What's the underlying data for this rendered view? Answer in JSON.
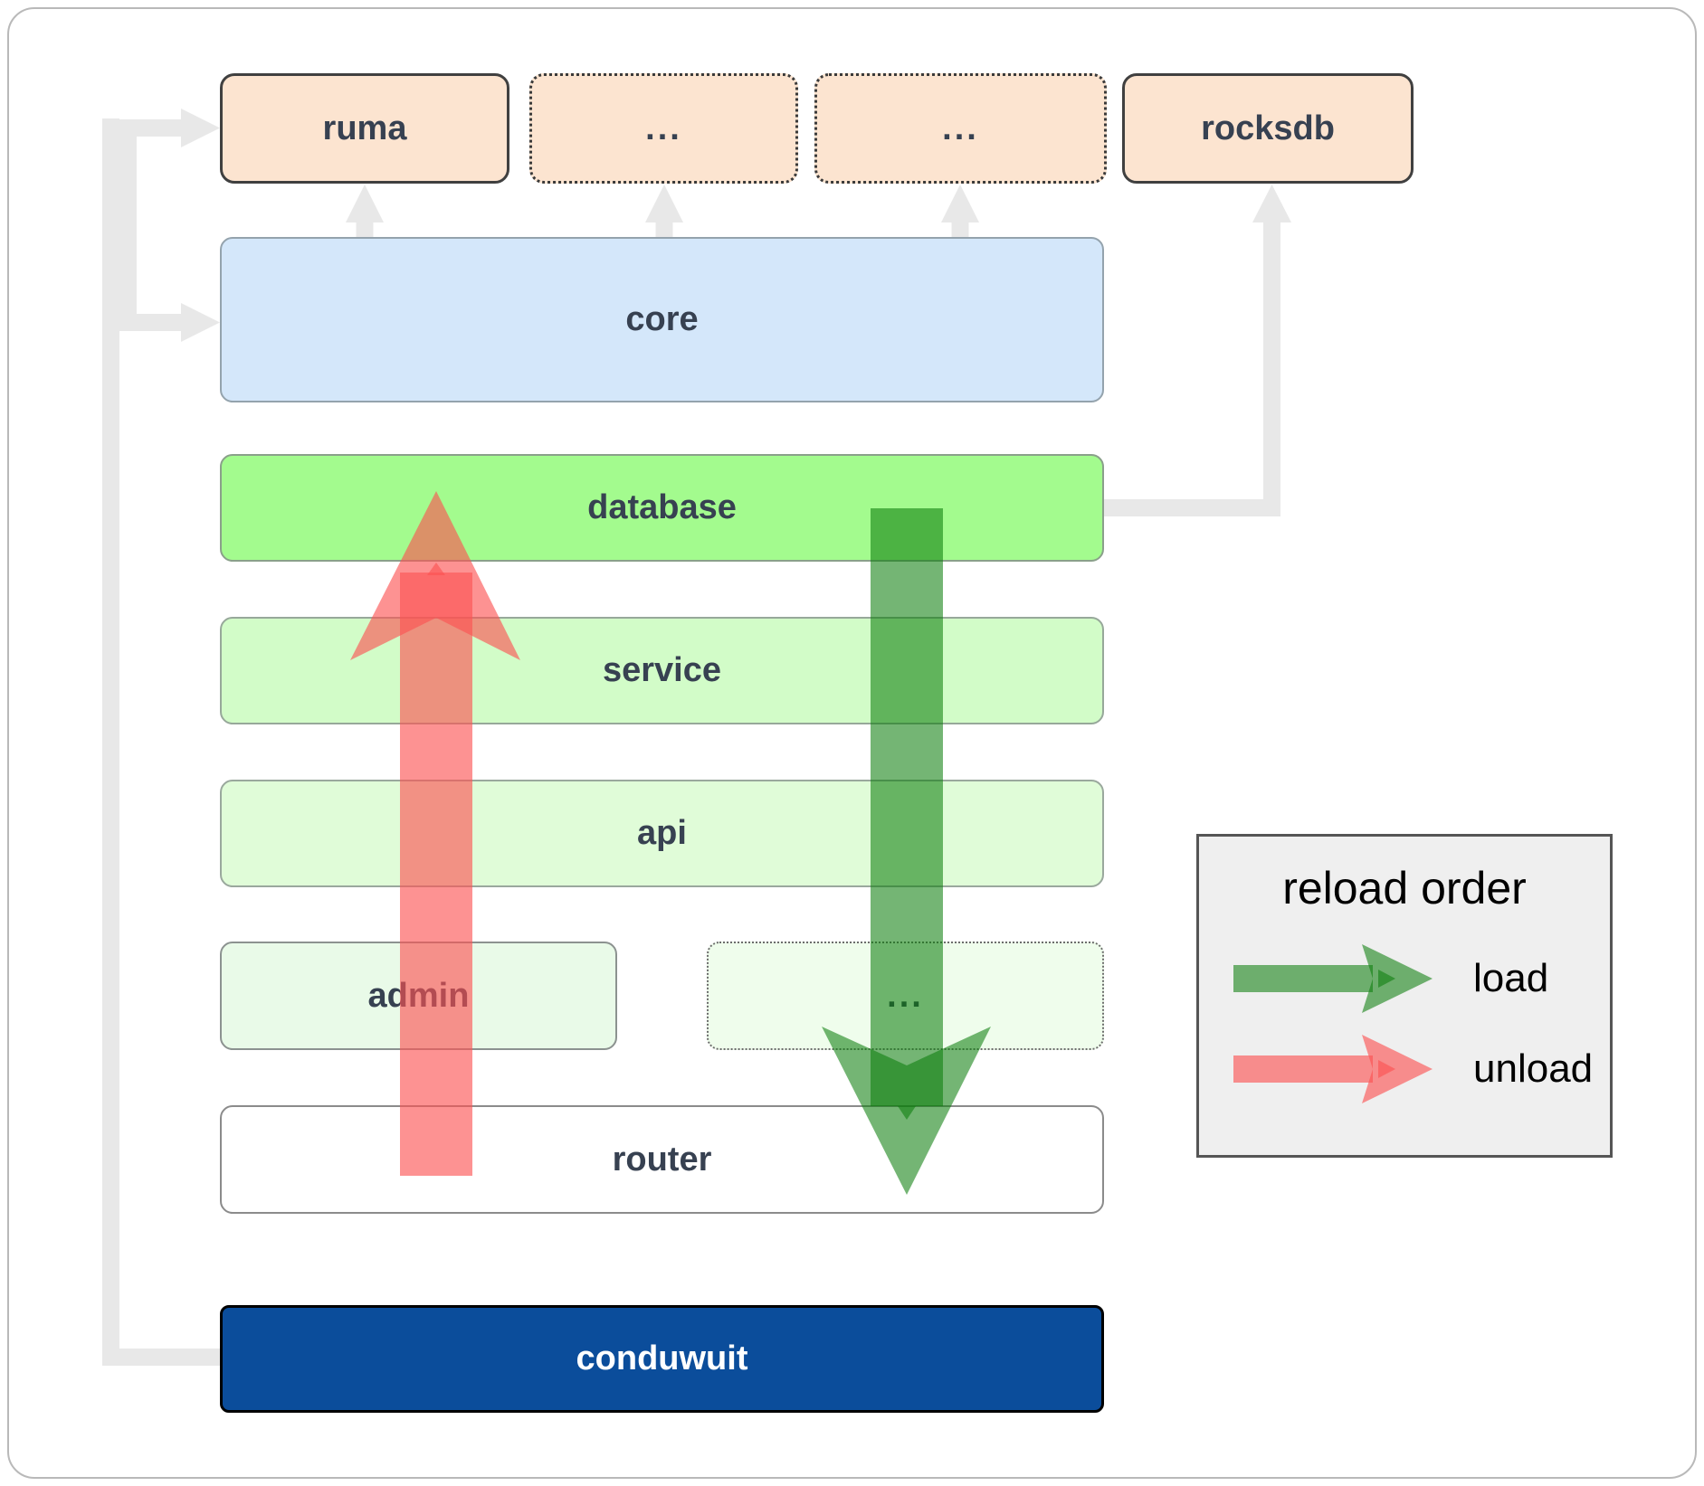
{
  "diagram": {
    "top_row": {
      "ruma": "ruma",
      "ellipsis1": "...",
      "ellipsis2": "...",
      "rocksdb": "rocksdb"
    },
    "layers": {
      "core": "core",
      "database": "database",
      "service": "service",
      "api": "api"
    },
    "admin_row": {
      "admin": "admin",
      "ellipsis3": "..."
    },
    "router": "router",
    "app": "conduwuit"
  },
  "legend": {
    "title": "reload order",
    "load_label": "load",
    "unload_label": "unload"
  },
  "colors": {
    "load_arrow": "#0a7d0a",
    "unload_arrow": "#fc5252",
    "connector": "#e8e8e8",
    "node_peach": "#fce4d0",
    "node_core": "#d4e7fa",
    "node_database": "#a3fb8e",
    "node_service": "#d2fcc8",
    "node_api": "#e0fcd8",
    "node_admin": "#e9fae8",
    "node_ellipsis_row": "#effdec",
    "node_router": "#ffffff",
    "node_conduwuit": "#0b4d9b",
    "label_text": "#374151",
    "legend_bg": "#efefef"
  }
}
